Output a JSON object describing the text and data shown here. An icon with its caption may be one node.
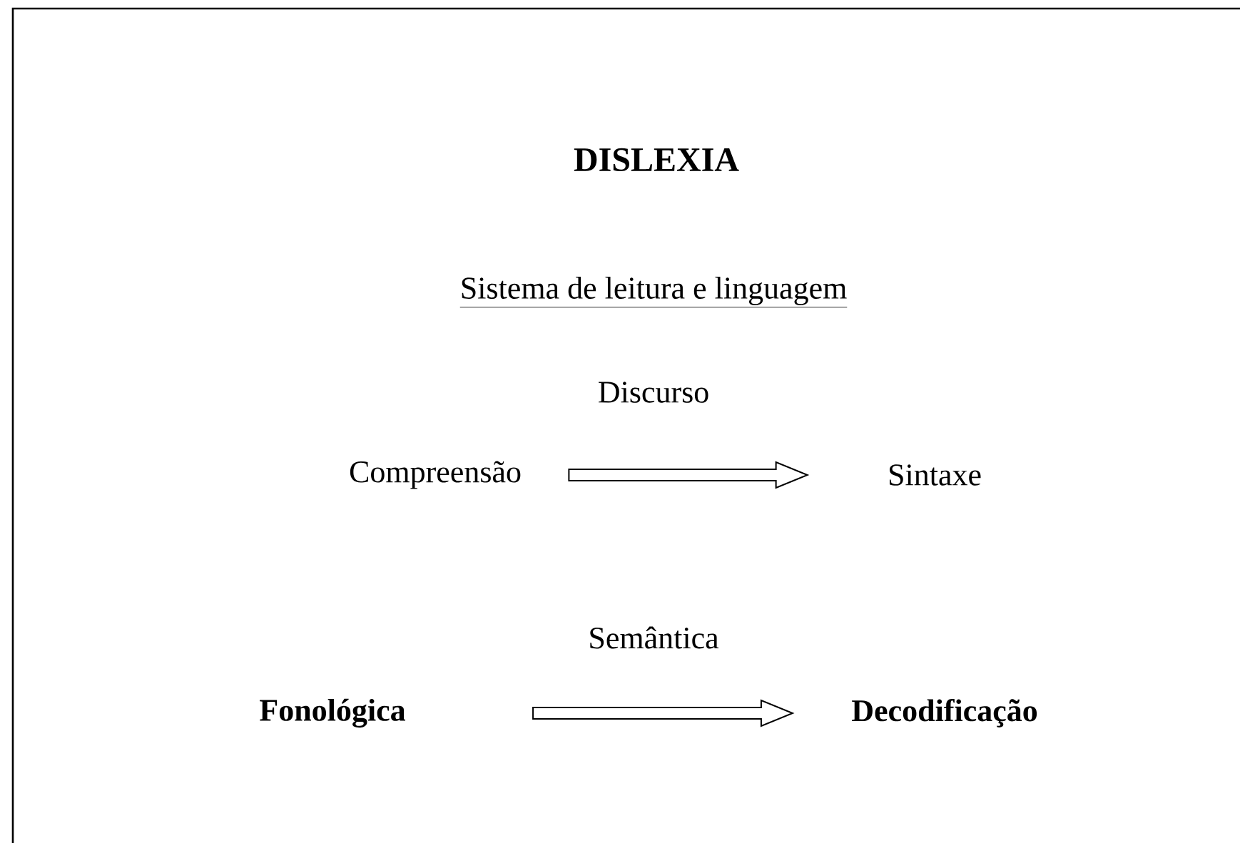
{
  "diagram": {
    "title": "DISLEXIA",
    "nodes": [
      {
        "text": [
          "Compreensão"
        ]
      },
      {
        "text": [
          "Sintaxe"
        ]
      },
      {
        "text": [
          "Fonológica"
        ]
      },
      {
        "text": [
          "Decodificação"
        ]
      }
    ],
    "edges": [
      {
        "from": 0,
        "to": 1,
        "arrow": "to"
      },
      {
        "from": 2,
        "to": 3,
        "arrow": "to"
      }
    ],
    "labels": [
      "Sistema de leitura e linguagem",
      "Discurso",
      "Semântica"
    ]
  }
}
